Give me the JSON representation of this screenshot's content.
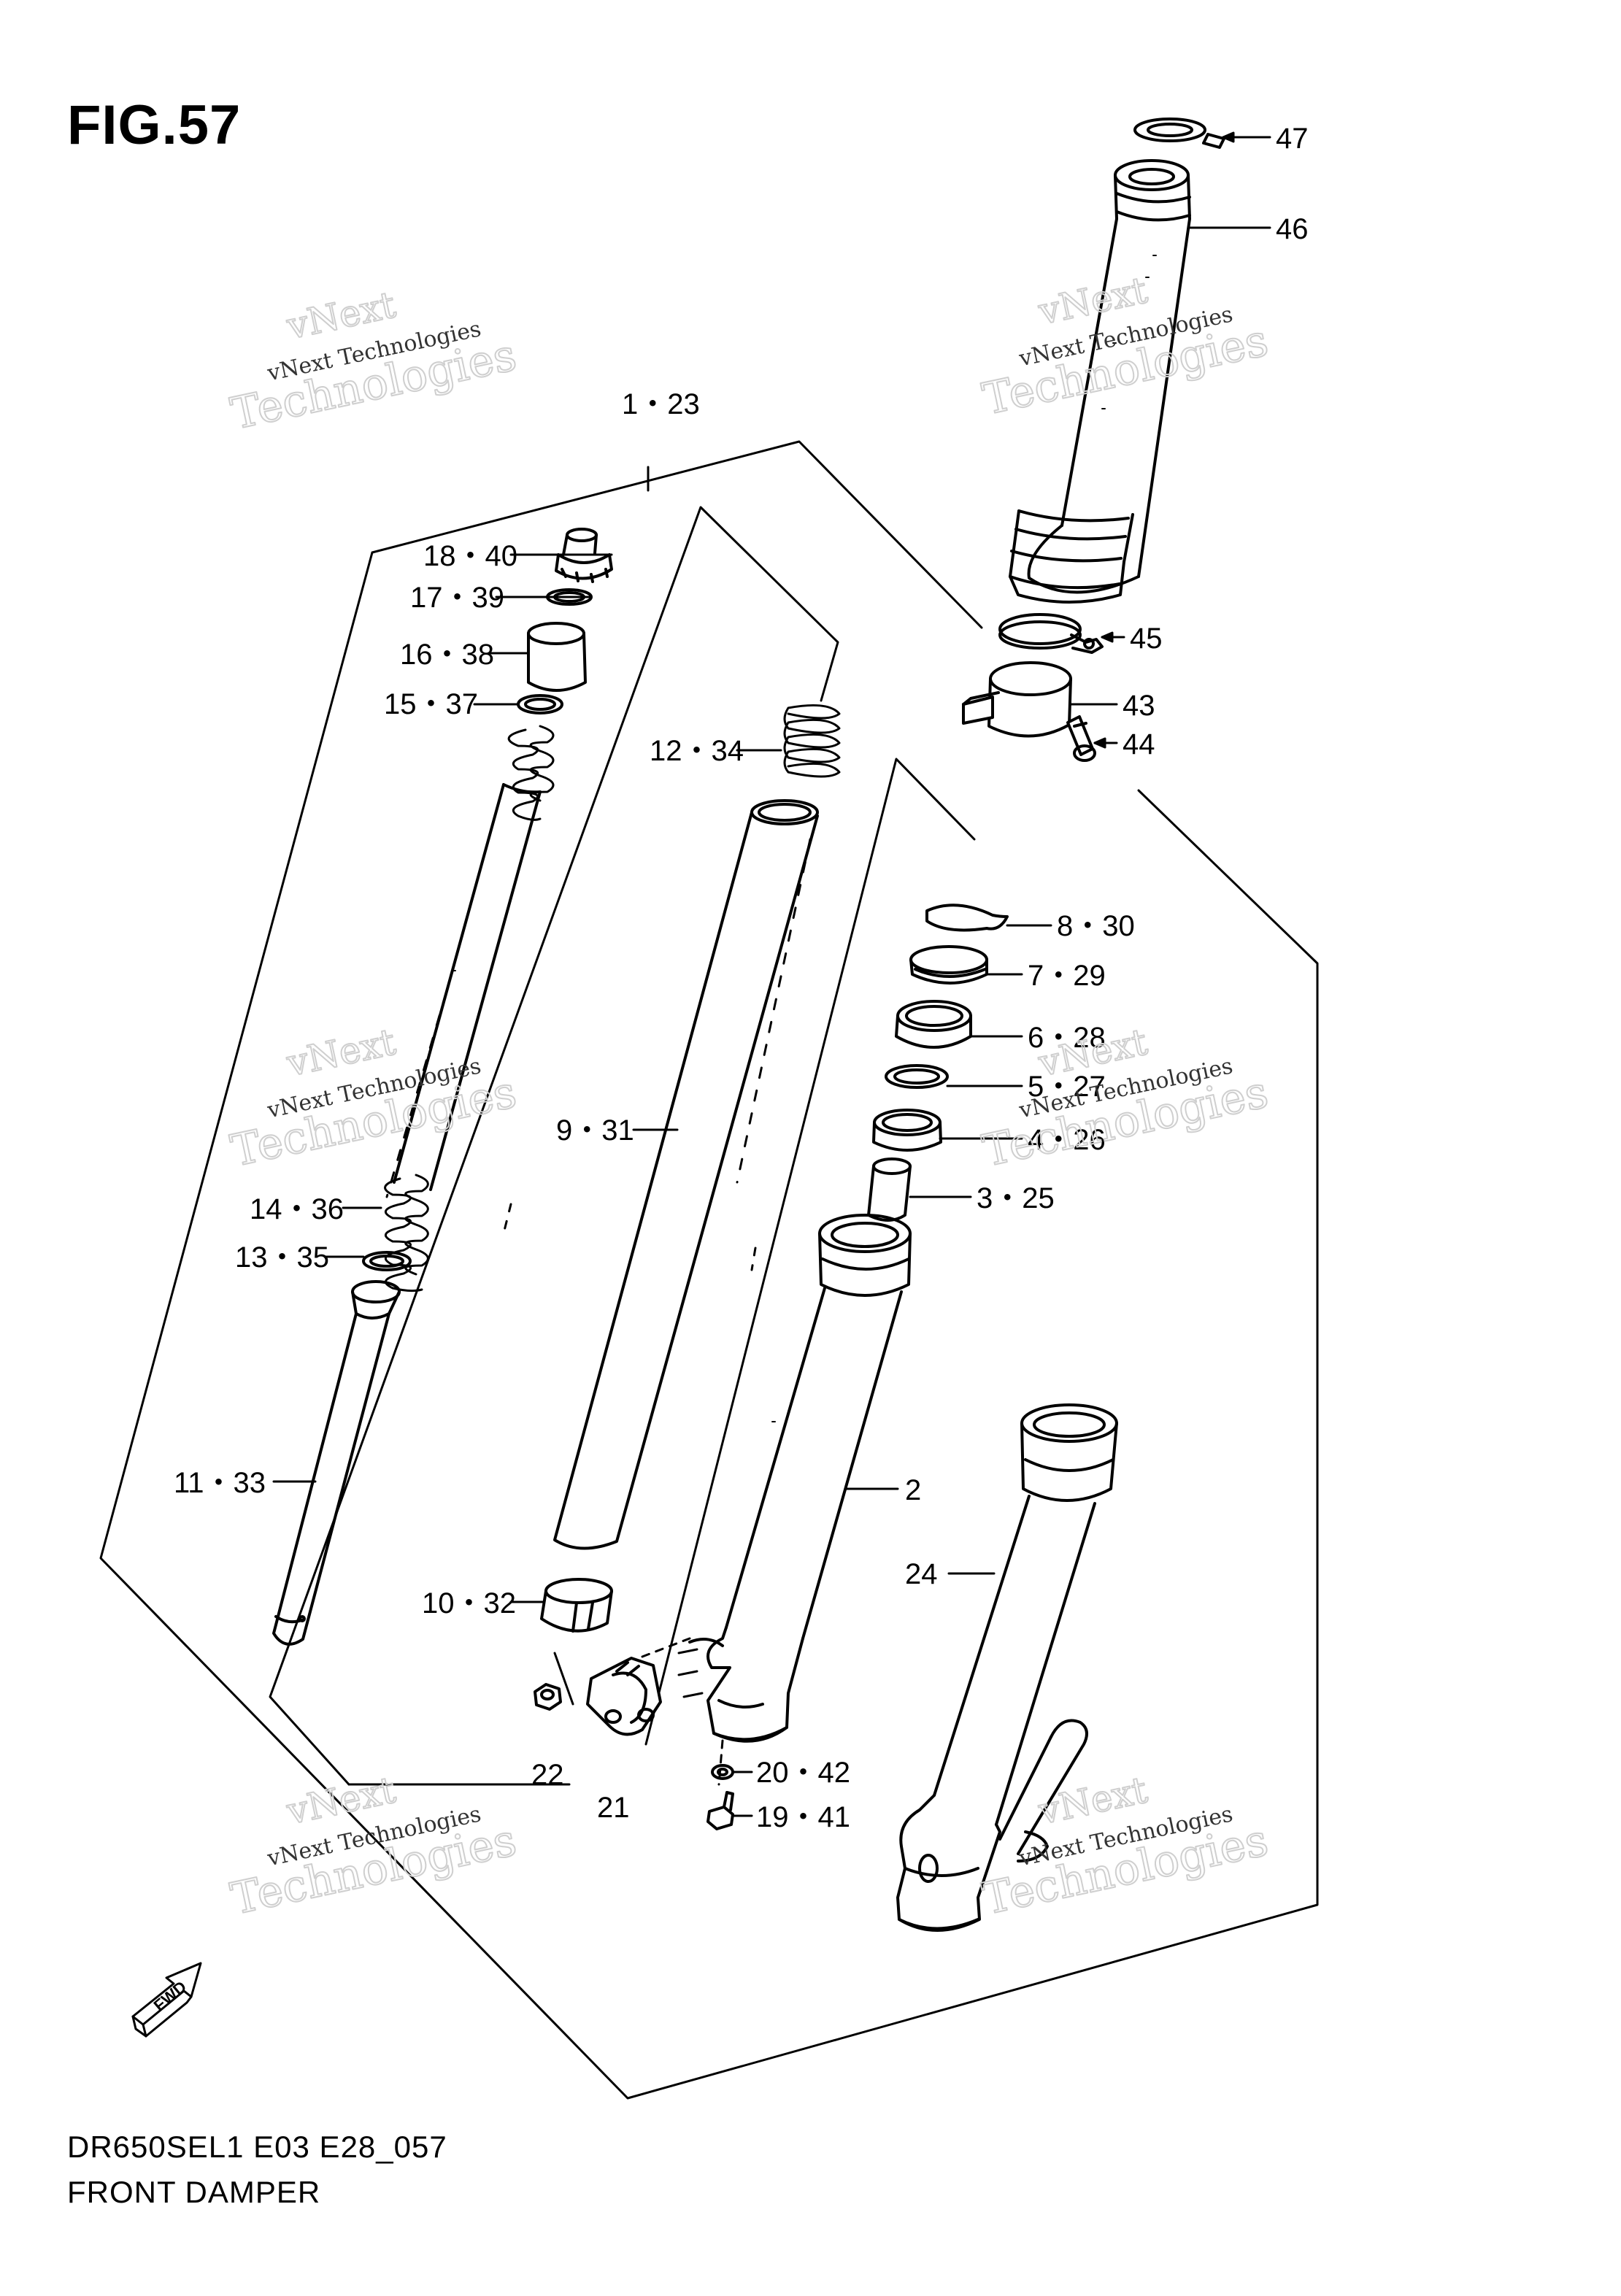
{
  "figure": {
    "title": "FIG.57",
    "model_code": "DR650SEL1 E03 E28_057",
    "section_name": "FRONT DAMPER",
    "fwd_label": "FWD"
  },
  "watermark": {
    "line1": "vNext",
    "line2": "vNext Technologies",
    "line3": "Technologies"
  },
  "callouts": [
    {
      "id": "c47",
      "label": "47"
    },
    {
      "id": "c46",
      "label": "46"
    },
    {
      "id": "c1_23",
      "label": "1・23"
    },
    {
      "id": "c18_40",
      "label": "18・40"
    },
    {
      "id": "c17_39",
      "label": "17・39"
    },
    {
      "id": "c16_38",
      "label": "16・38"
    },
    {
      "id": "c15_37",
      "label": "15・37"
    },
    {
      "id": "c12_34",
      "label": "12・34"
    },
    {
      "id": "c45",
      "label": "45"
    },
    {
      "id": "c43",
      "label": "43"
    },
    {
      "id": "c44",
      "label": "44"
    },
    {
      "id": "c8_30",
      "label": "8・30"
    },
    {
      "id": "c7_29",
      "label": "7・29"
    },
    {
      "id": "c6_28",
      "label": "6・28"
    },
    {
      "id": "c5_27",
      "label": "5・27"
    },
    {
      "id": "c4_26",
      "label": "4・26"
    },
    {
      "id": "c3_25",
      "label": "3・25"
    },
    {
      "id": "c9_31",
      "label": "9・31"
    },
    {
      "id": "c14_36",
      "label": "14・36"
    },
    {
      "id": "c13_35",
      "label": "13・35"
    },
    {
      "id": "c11_33",
      "label": "11・33"
    },
    {
      "id": "c2",
      "label": "2"
    },
    {
      "id": "c24",
      "label": "24"
    },
    {
      "id": "c10_32",
      "label": "10・32"
    },
    {
      "id": "c22",
      "label": "22"
    },
    {
      "id": "c21",
      "label": "21"
    },
    {
      "id": "c20_42",
      "label": "20・42"
    },
    {
      "id": "c19_41",
      "label": "19・41"
    }
  ]
}
